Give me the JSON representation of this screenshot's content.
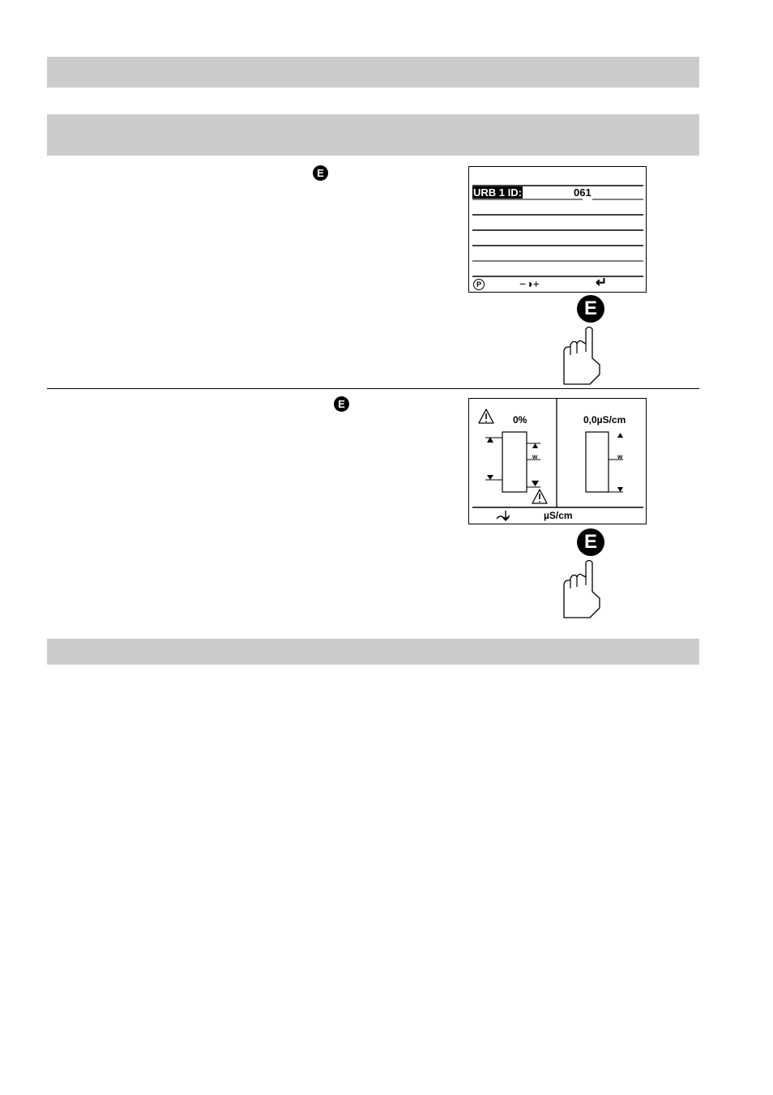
{
  "step1": {
    "key_label": "E",
    "display": {
      "id_label": "URB 1 ID:",
      "id_value": "061",
      "softkeys": {
        "p": "P",
        "contrast": "−◑+",
        "enter": "↵"
      }
    },
    "finger_key_label": "E"
  },
  "step2": {
    "key_label": "E",
    "display": {
      "left_percent": "0%",
      "right_value": "0,0µS/cm",
      "w_label_left": "w",
      "w_label_right": "w",
      "unit": "µS/cm"
    },
    "finger_key_label": "E"
  },
  "colors": {
    "section_bar": "#cccccc",
    "ink": "#000000"
  },
  "icons": [
    "warning-icon",
    "hand-press-icon",
    "enter-icon",
    "contrast-icon",
    "flow-icon"
  ]
}
